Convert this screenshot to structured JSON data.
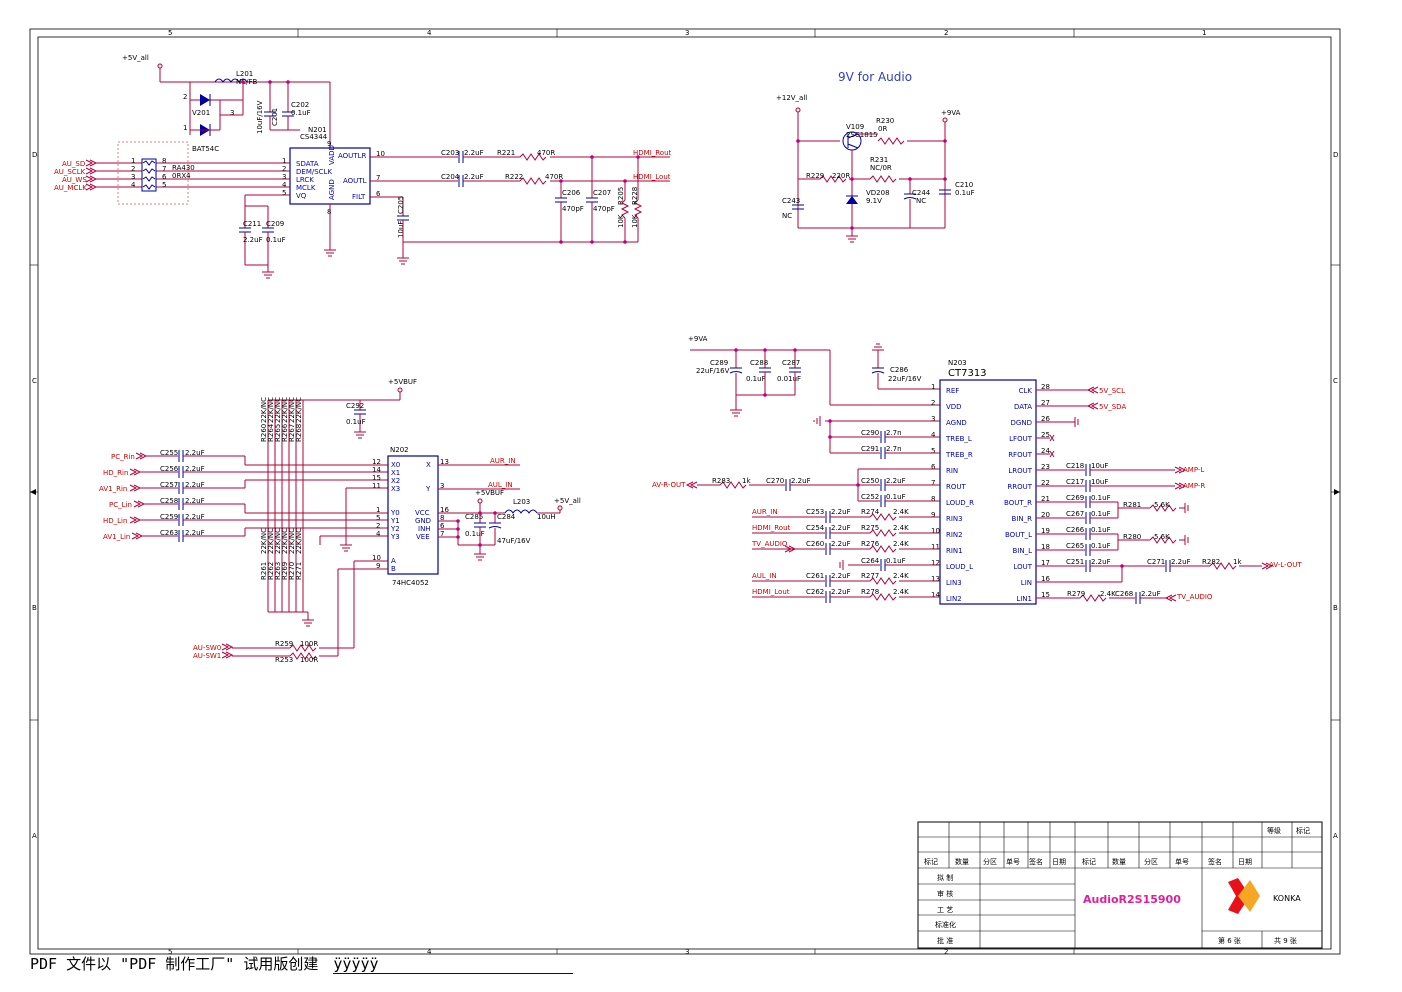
{
  "frame": {
    "cols": [
      "5",
      "4",
      "3",
      "2",
      "1"
    ],
    "rows": [
      "D",
      "C",
      "B",
      "A"
    ]
  },
  "title_9v": "9V for Audio",
  "power": {
    "p5v_all": "+5V_all",
    "p12v_all": "+12V_all",
    "p9va": "+9VA",
    "p5vbuf": "+5VBUF"
  },
  "dac": {
    "ref": "N201",
    "part": "CS4344",
    "pins_left": [
      "SDATA",
      "DEM/SCLK",
      "LRCK",
      "MCLK",
      "VQ"
    ],
    "pins_right": [
      "AOUTLR",
      "AOUTL",
      "FILT"
    ],
    "vadd": "VADD",
    "agnd": "AGND",
    "inputs": [
      "AU_SD",
      "AU_SCLK",
      "AU_WS",
      "AU_MCLK"
    ],
    "ra": "RA430",
    "ra_val": "0RX4",
    "l201": "L201",
    "l201_val": "NC/FB",
    "v201": "V201",
    "diode": "BAT54C",
    "c201": "C201",
    "c201_val": "10uF/16V",
    "c202": "C202",
    "c202_val": "0.1uF",
    "c211": "C211",
    "c211_val": "2.2uF",
    "c209": "C209",
    "c209_val": "0.1uF",
    "c205": "C205",
    "c205_val": "10uF",
    "c203": "C203",
    "c203_val": "2.2uF",
    "c204": "C204",
    "c204_val": "2.2uF",
    "r221": "R221",
    "r221_val": "470R",
    "r222": "R222",
    "r222_val": "470R",
    "c206": "C206",
    "c206_val": "470pF",
    "c207": "C207",
    "c207_val": "470pF",
    "r205": "R205",
    "r205_val": "10K",
    "r228": "R228",
    "r228_val": "10K",
    "hdmi_rout": "HDMI_Rout",
    "hdmi_lout": "HDMI_Lout"
  },
  "reg": {
    "v109": "V109",
    "v109_part": "2SC1815",
    "r230": "R230",
    "r230_val": "0R",
    "r231": "R231",
    "r231_val": "NC/0R",
    "r229": "R229",
    "r229_val": "220R",
    "vd208": "VD208",
    "vd208_val": "9.1V",
    "c243": "C243",
    "c243_val": "NC",
    "c244": "C244",
    "c244_val": "NC",
    "c210": "C210",
    "c210_val": "0.1uF"
  },
  "mux": {
    "ref": "N202",
    "part": "74HC4052",
    "pins_left": [
      "X0",
      "X1",
      "X2",
      "X3",
      "Y0",
      "Y1",
      "Y2",
      "Y3",
      "A",
      "B"
    ],
    "pins_right": [
      "X",
      "Y",
      "VCC",
      "GND",
      "INH",
      "VEE"
    ],
    "inputs": [
      "PC_Rin",
      "HD_Rin",
      "AV1_Rin",
      "PC_Lin",
      "HD_Lin",
      "AV1_Lin"
    ],
    "caps": [
      "C255",
      "C256",
      "C257",
      "C258",
      "C259",
      "C263"
    ],
    "cap_val": "2.2uF",
    "res_top": [
      "R260",
      "R264",
      "R265",
      "R266",
      "R267",
      "R268"
    ],
    "res_bot": [
      "R261",
      "R262",
      "R263",
      "R269",
      "R270",
      "R271"
    ],
    "res_val": "22K/NC",
    "out_r": "AUR_IN",
    "out_l": "AUL_IN",
    "c292": "C292",
    "c292_val": "0.1uF",
    "c285": "C285",
    "c285_val": "0.1uF",
    "c284": "C284",
    "c284_val": "47uF/16V",
    "l203": "L203",
    "l203_val": "10uH",
    "sw0": "AU-SW0",
    "sw1": "AU-SW1",
    "r259": "R259",
    "r259_val": "100R",
    "r253": "R253",
    "r253_val": "100R"
  },
  "amp": {
    "ref": "N203",
    "part": "CT7313",
    "pins_left": [
      "REF",
      "VDD",
      "AGND",
      "TREB_L",
      "TREB_R",
      "RIN",
      "ROUT",
      "LOUD_R",
      "RIN3",
      "RIN2",
      "RIN1",
      "LOUD_L",
      "LIN3",
      "LIN2"
    ],
    "pins_right": [
      "CLK",
      "DATA",
      "DGND",
      "LFOUT",
      "RFOUT",
      "LROUT",
      "RROUT",
      "BOUT_R",
      "BIN_R",
      "BOUT_L",
      "BIN_L",
      "LOUT",
      "LIN",
      "LIN1"
    ],
    "left_nums": [
      "1",
      "2",
      "3",
      "4",
      "5",
      "6",
      "7",
      "8",
      "9",
      "10",
      "11",
      "12",
      "13",
      "14"
    ],
    "right_nums": [
      "28",
      "27",
      "26",
      "25",
      "24",
      "23",
      "22",
      "21",
      "20",
      "19",
      "18",
      "17",
      "16",
      "15"
    ],
    "c289": "C289",
    "c289_val": "22uF/16V",
    "c288": "C288",
    "c288_val": "0.1uF",
    "c287": "C287",
    "c287_val": "0.01uF",
    "c286": "C286",
    "c286_val": "22uF/16V",
    "c290": "C290",
    "c290_val": "2.7n",
    "c291": "C291",
    "c291_val": "2.7n",
    "c250": "C250",
    "c250_val": "2.2uF",
    "c252": "C252",
    "c252_val": "0.1uF",
    "c270": "C270",
    "c270_val": "2.2uF",
    "r283": "R283",
    "r283_val": "1k",
    "av_r_out": "AV-R-OUT",
    "in_rows": [
      {
        "net": "AUR_IN",
        "cap": "C253",
        "res": "R274"
      },
      {
        "net": "HDMI_Rout",
        "cap": "C254",
        "res": "R275"
      },
      {
        "net": "TV_AUDIO",
        "cap": "C260",
        "res": "R276"
      },
      {
        "net": "AUL_IN",
        "cap": "C261",
        "res": "R277"
      },
      {
        "net": "HDMI_Lout",
        "cap": "C262",
        "res": "R278"
      }
    ],
    "in_cap_val": "2.2uF",
    "in_res_val": "2.4K",
    "c264": "C264",
    "c264_val": "0.1uF",
    "scl": "5V_SCL",
    "sda": "5V_SDA",
    "c218": "C218",
    "c218_val": "10uF",
    "c217": "C217",
    "c217_val": "10uF",
    "amp_l": "AMP-L",
    "amp_r": "AMP-R",
    "c269": "C269",
    "c267": "C267",
    "c266": "C266",
    "c265": "C265",
    "bass_val": "0.1uF",
    "r281": "R281",
    "r280": "R280",
    "r28x_val": "5.6K",
    "c251": "C251",
    "c251_val": "2.2uF",
    "c271": "C271",
    "c271_val": "2.2uF",
    "r282": "R282",
    "r282_val": "1k",
    "av_l_out": "AV-L-OUT",
    "r279": "R279",
    "r279_val": "2.4K",
    "c268": "C268",
    "c268_val": "2.2uF",
    "tv_audio": "TV_AUDIO"
  },
  "titleblock": {
    "header_right": [
      "等级",
      "标记"
    ],
    "cols": [
      "标记",
      "数量",
      "分区",
      "单号",
      "签名",
      "日期",
      "标记",
      "数量",
      "分区",
      "单号",
      "签名",
      "日期"
    ],
    "rows": [
      "拟 制",
      "审 核",
      "工 艺",
      "标准化",
      "批 准"
    ],
    "drawing": "AudioR2S15900",
    "brand": "KONKA",
    "sheet": "第 6 张",
    "total": "共 9 张"
  },
  "footer": {
    "text": "PDF 文件以 \"PDF 制作工厂\" 试用版创建",
    "link": "ÿÿÿÿÿ"
  },
  "colors": {
    "wire": "#b00038",
    "part": "#0000a0",
    "net_label": "#c00000",
    "drawing_title": "#e0209a"
  }
}
